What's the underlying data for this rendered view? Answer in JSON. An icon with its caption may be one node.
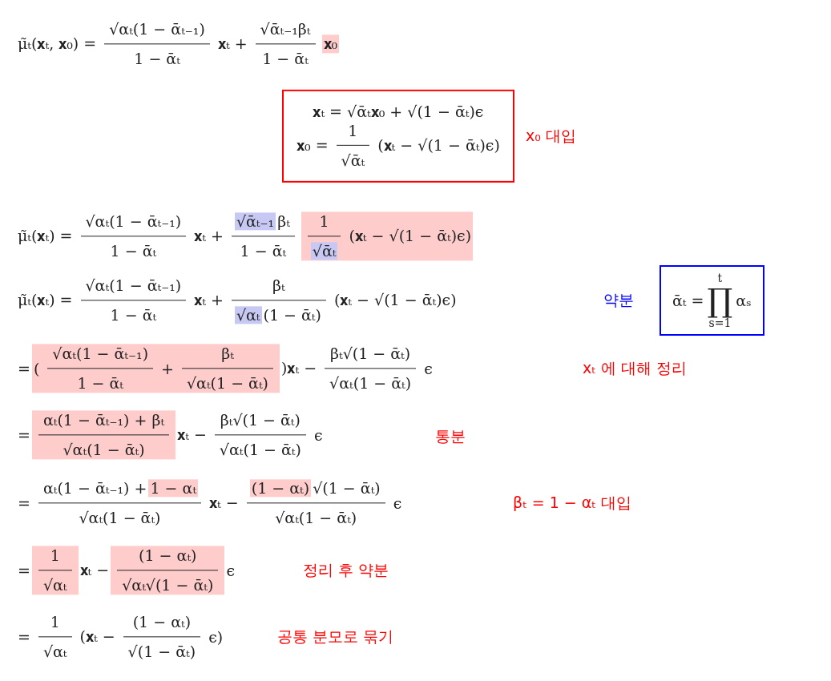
{
  "diagram": {
    "nodes": [
      {
        "text": [
          "𝐱₀"
        ]
      },
      {
        "text": [
          "𝐱ₜ = √ᾱₜ𝐱₀ + √(1 − ᾱₜ)ϵ",
          "𝐱₀ =",
          "1",
          "√ᾱₜ",
          "(𝐱ₜ − √(1 − ᾱₜ)ϵ)"
        ],
        "beside": [
          "x₀ 대입"
        ]
      },
      {
        "text": [
          "√ᾱₜ₋₁"
        ]
      },
      {
        "text": [
          "1",
          "(𝐱ₜ − √(1 − ᾱₜ)ϵ)"
        ]
      },
      {
        "text": [
          "√ᾱₜ"
        ],
        "in": 3
      },
      {
        "text": [
          "√αₜ"
        ]
      },
      {
        "text": [
          "ᾱₜ =",
          "t",
          "∏",
          "s=1",
          "αₛ"
        ]
      },
      {
        "text": [
          "(",
          "√αₜ(1 − ᾱₜ₋₁)",
          "1 − ᾱₜ",
          "+",
          "βₜ",
          "√αₜ(1 − ᾱₜ)"
        ]
      },
      {
        "text": [
          "αₜ(1 − ᾱₜ₋₁) + βₜ",
          "√αₜ(1 − ᾱₜ)"
        ]
      },
      {
        "text": [
          "1 − αₜ"
        ]
      },
      {
        "text": [
          "(1 − αₜ)"
        ]
      },
      {
        "text": [
          "1",
          "√αₜ"
        ]
      },
      {
        "text": [
          "(1 − αₜ)",
          "√αₜ√(1 − ᾱₜ)"
        ]
      }
    ],
    "labels": [
      "μ̃ₜ(𝐱ₜ, 𝐱₀) =",
      "√αₜ(1 − ᾱₜ₋₁)",
      "1 − ᾱₜ",
      "𝐱ₜ +",
      "√ᾱₜ₋₁βₜ",
      "1 − ᾱₜ",
      "μ̃ₜ(𝐱ₜ) =",
      "√αₜ(1 − ᾱₜ₋₁)",
      "1 − ᾱₜ",
      "𝐱ₜ +",
      "βₜ",
      "1 − ᾱₜ",
      "μ̃ₜ(𝐱ₜ) =",
      "√αₜ(1 − ᾱₜ₋₁)",
      "1 − ᾱₜ",
      "𝐱ₜ +",
      "βₜ",
      "(1 − ᾱₜ)",
      "(𝐱ₜ − √(1 − ᾱₜ)ϵ)",
      "약분",
      "=",
      ")𝐱ₜ −",
      "βₜ√(1 − ᾱₜ)",
      "√αₜ(1 − ᾱₜ)",
      "ϵ",
      "xₜ 에 대해 정리",
      "=",
      "𝐱ₜ −",
      "βₜ√(1 − ᾱₜ)",
      "√αₜ(1 − ᾱₜ)",
      "ϵ",
      "통분",
      "=",
      "αₜ(1 − ᾱₜ₋₁) +",
      "√αₜ(1 − ᾱₜ)",
      "𝐱ₜ −",
      "√(1 − ᾱₜ)",
      "√αₜ(1 − ᾱₜ)",
      "ϵ",
      "βₜ = 1 − αₜ 대입",
      "=",
      "𝐱ₜ −",
      "ϵ",
      "정리 후 약분",
      "=",
      "1",
      "√αₜ",
      "(𝐱ₜ −",
      "(1 − αₜ)",
      "√(1 − ᾱₜ)",
      "ϵ)",
      "공통 분모로 묶기"
    ]
  }
}
